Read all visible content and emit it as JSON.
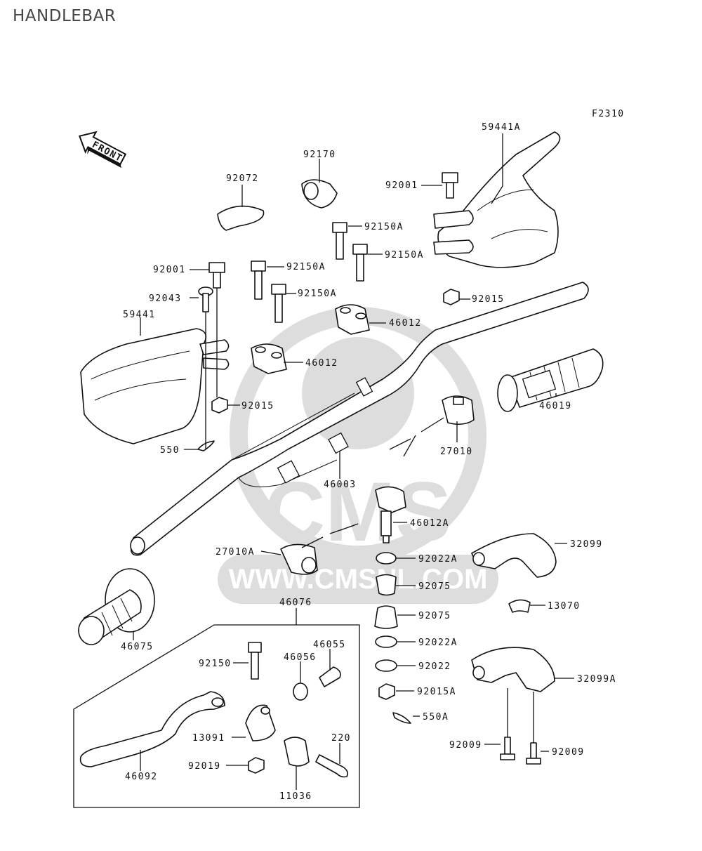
{
  "title": "HANDLEBAR",
  "figure_code": "F2310",
  "front_label": "FRONT",
  "watermark": {
    "brand": "CMS",
    "url": "WWW.CMSNL.COM"
  },
  "labels": [
    {
      "id": "59441a",
      "text": "59441A"
    },
    {
      "id": "92001-top",
      "text": "92001"
    },
    {
      "id": "92170",
      "text": "92170"
    },
    {
      "id": "92072",
      "text": "92072"
    },
    {
      "id": "92150a-1",
      "text": "92150A"
    },
    {
      "id": "92150a-2",
      "text": "92150A"
    },
    {
      "id": "92150a-3",
      "text": "92150A"
    },
    {
      "id": "92150a-4",
      "text": "92150A"
    },
    {
      "id": "92001-left",
      "text": "92001"
    },
    {
      "id": "92043",
      "text": "92043"
    },
    {
      "id": "92015-top",
      "text": "92015"
    },
    {
      "id": "59441",
      "text": "59441"
    },
    {
      "id": "46012-1",
      "text": "46012"
    },
    {
      "id": "46012-2",
      "text": "46012"
    },
    {
      "id": "92015-left",
      "text": "92015"
    },
    {
      "id": "46019",
      "text": "46019"
    },
    {
      "id": "550",
      "text": "550"
    },
    {
      "id": "27010",
      "text": "27010"
    },
    {
      "id": "46003",
      "text": "46003"
    },
    {
      "id": "46012a",
      "text": "46012A"
    },
    {
      "id": "32099",
      "text": "32099"
    },
    {
      "id": "27010a",
      "text": "27010A"
    },
    {
      "id": "92022a-1",
      "text": "92022A"
    },
    {
      "id": "92075-1",
      "text": "92075"
    },
    {
      "id": "13070",
      "text": "13070"
    },
    {
      "id": "46076",
      "text": "46076"
    },
    {
      "id": "92075-2",
      "text": "92075"
    },
    {
      "id": "46075",
      "text": "46075"
    },
    {
      "id": "92022a-2",
      "text": "92022A"
    },
    {
      "id": "46055",
      "text": "46055"
    },
    {
      "id": "46056",
      "text": "46056"
    },
    {
      "id": "92150",
      "text": "92150"
    },
    {
      "id": "92022",
      "text": "92022"
    },
    {
      "id": "32099a",
      "text": "32099A"
    },
    {
      "id": "92015a",
      "text": "92015A"
    },
    {
      "id": "550a",
      "text": "550A"
    },
    {
      "id": "13091",
      "text": "13091"
    },
    {
      "id": "220",
      "text": "220"
    },
    {
      "id": "92009-1",
      "text": "92009"
    },
    {
      "id": "92009-2",
      "text": "92009"
    },
    {
      "id": "92019",
      "text": "92019"
    },
    {
      "id": "46092",
      "text": "46092"
    },
    {
      "id": "11036",
      "text": "11036"
    }
  ]
}
